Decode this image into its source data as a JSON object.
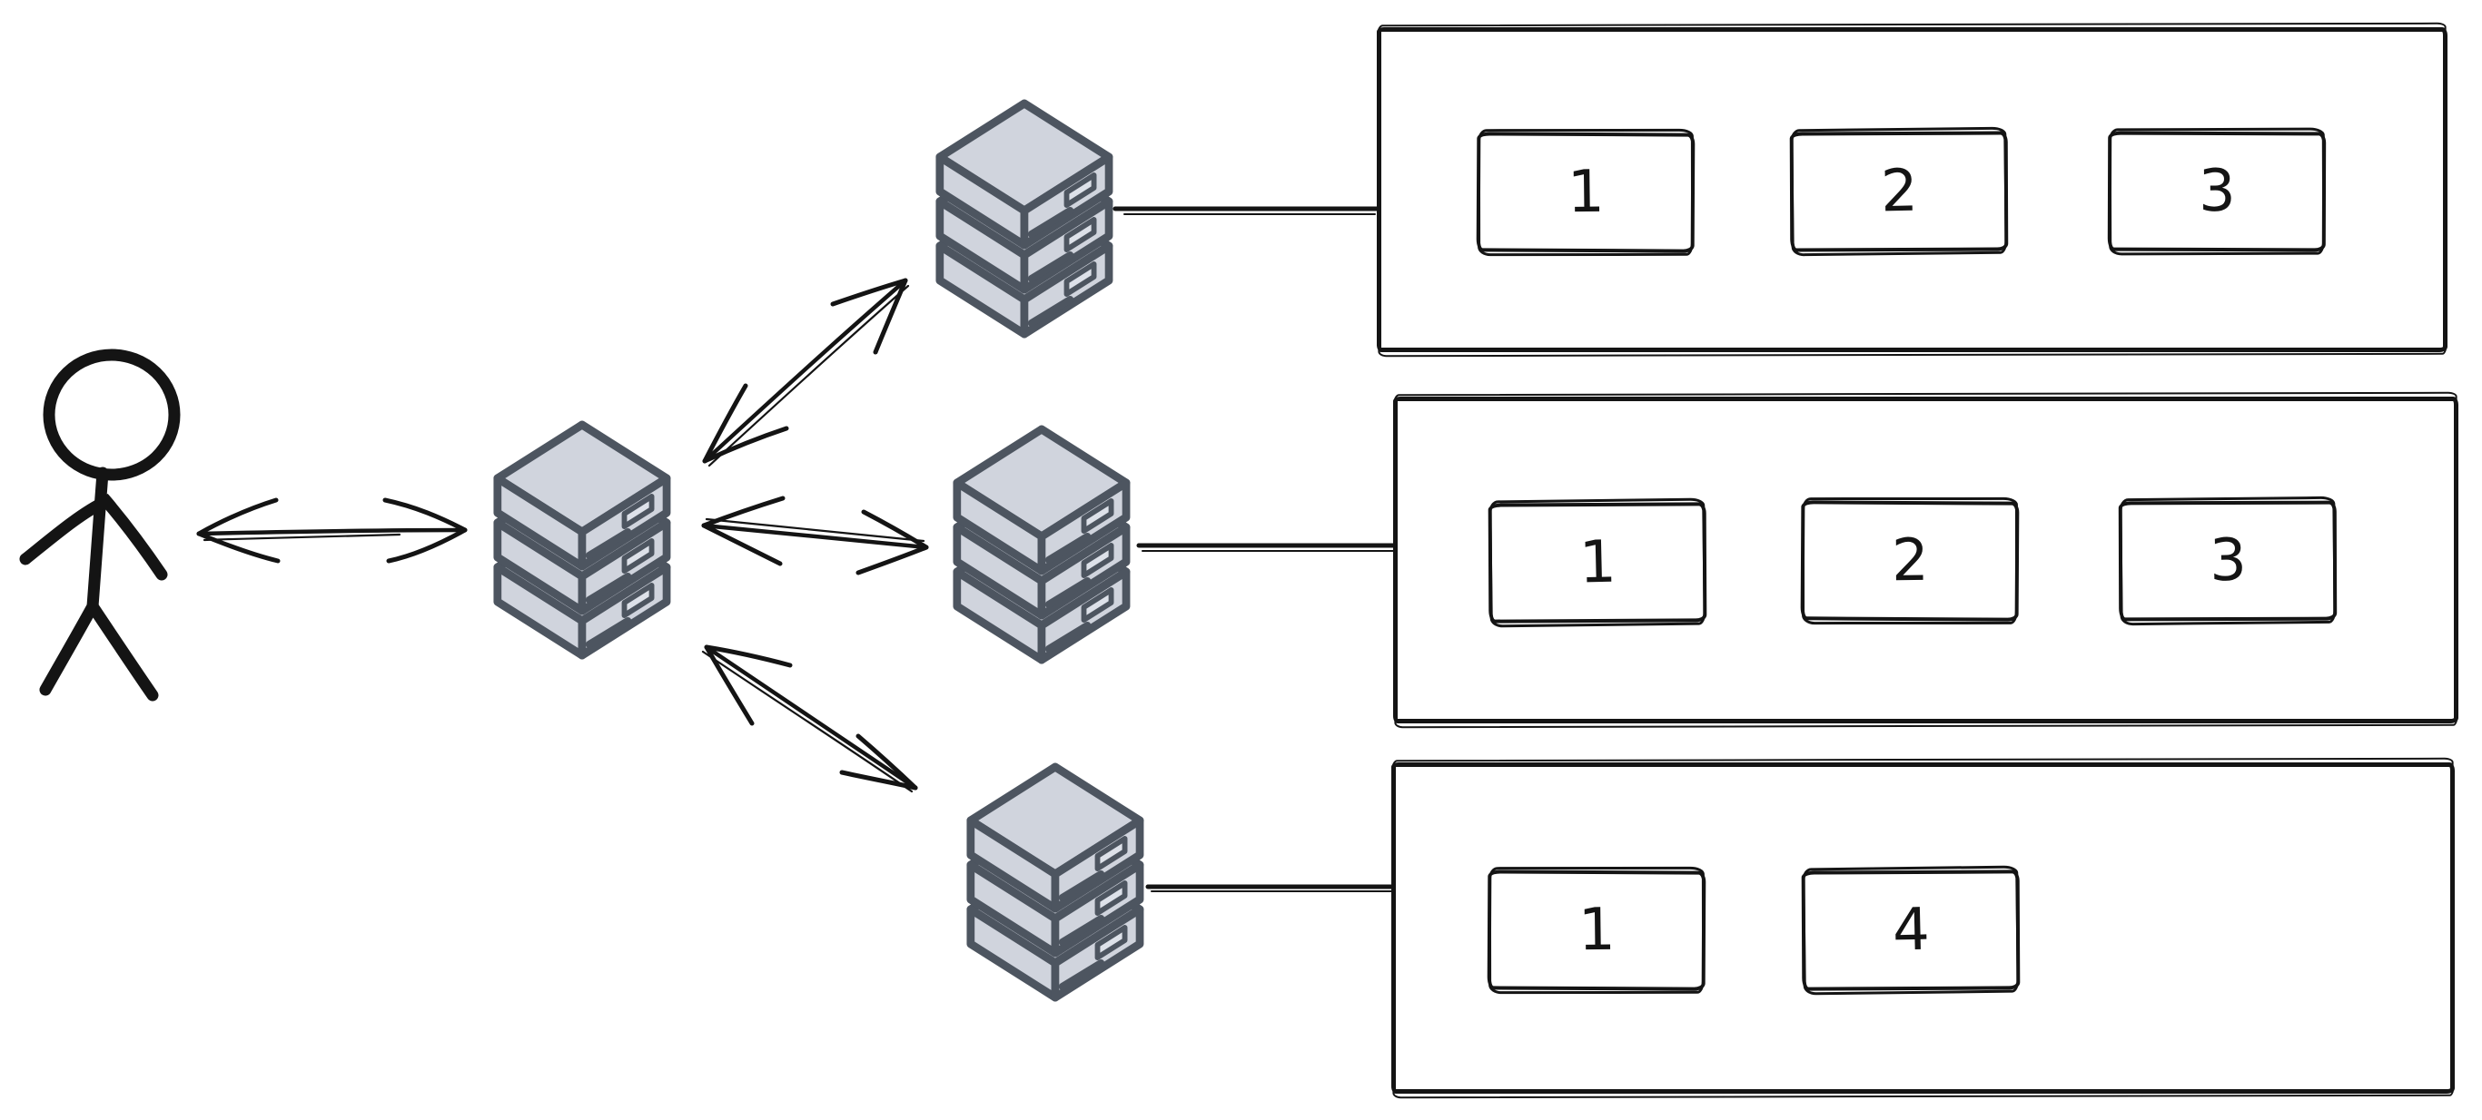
{
  "colors": {
    "background": "#ffffff",
    "ink": "#141414",
    "server_fill": "#d0d4dd",
    "server_stroke": "#4d5560",
    "server_port": "#dde1e9"
  },
  "icons": {
    "user_icon": "stick-figure",
    "server_icon": "server-stack",
    "arrow_icon": "double-headed-sketch-arrow"
  },
  "groups": [
    {
      "boxes": [
        "1",
        "2",
        "3"
      ]
    },
    {
      "boxes": [
        "1",
        "2",
        "3"
      ]
    },
    {
      "boxes": [
        "1",
        "4"
      ]
    }
  ]
}
